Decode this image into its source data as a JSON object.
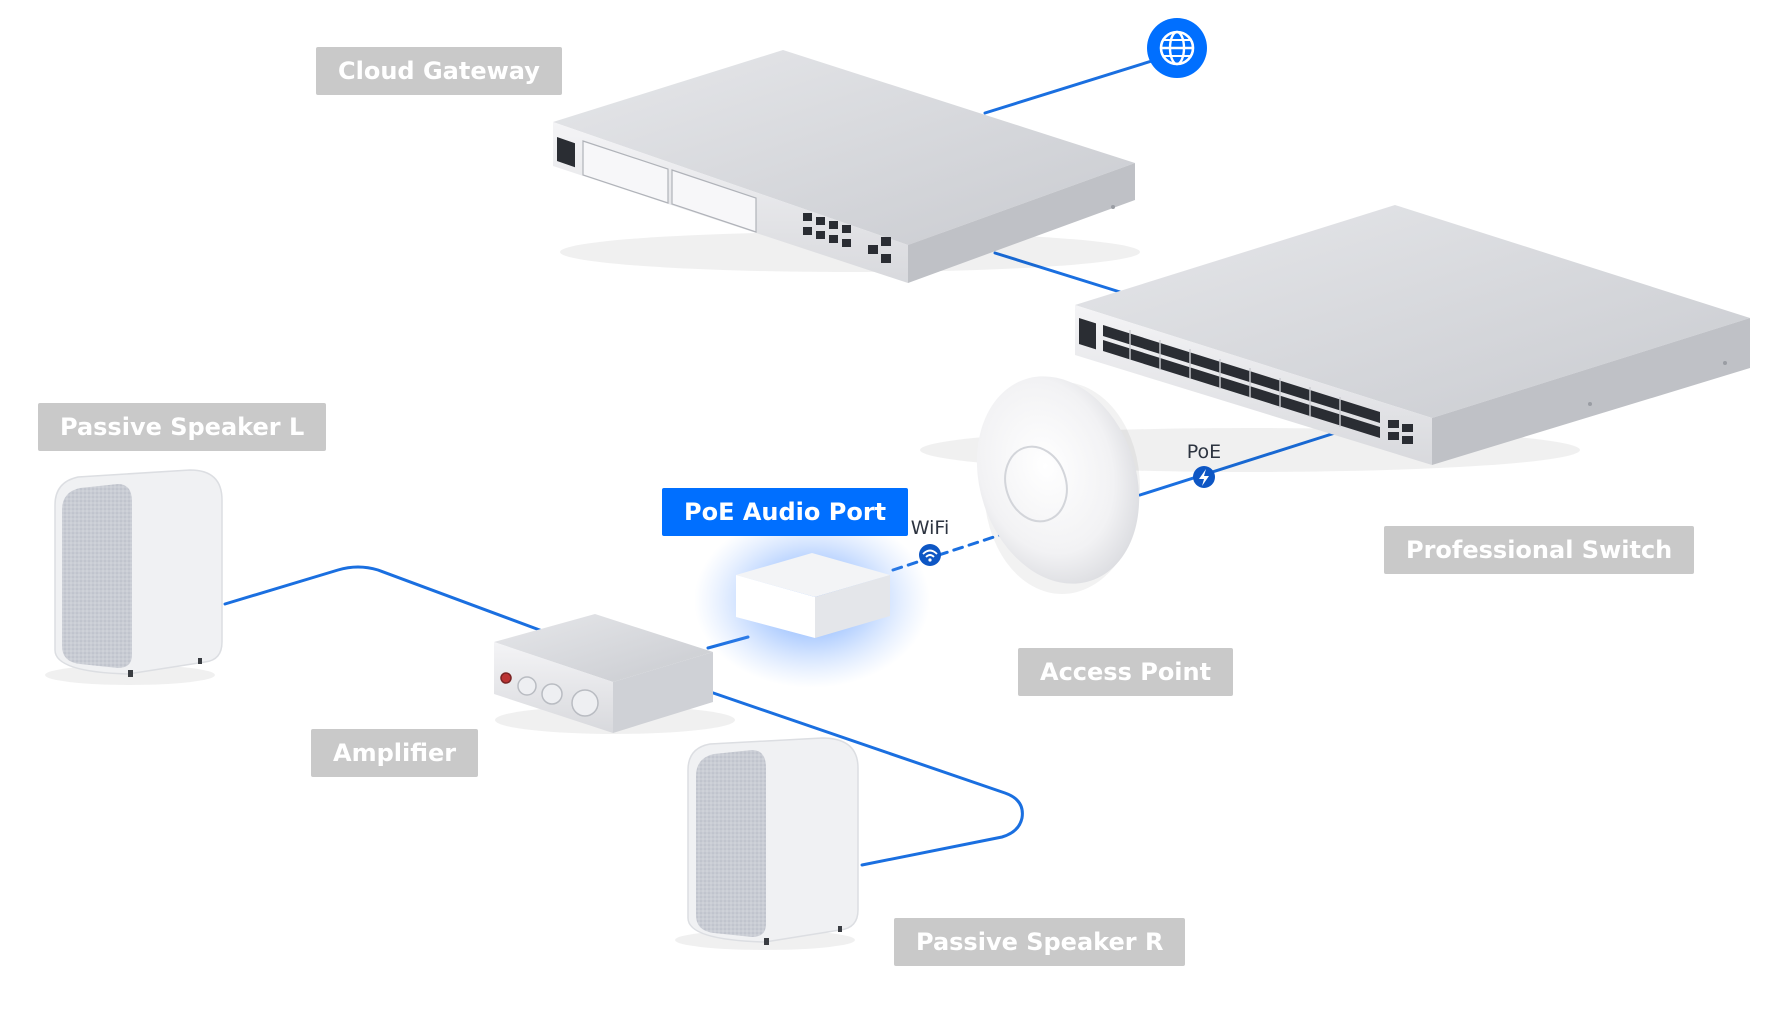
{
  "colors": {
    "link": "#1a6fe0",
    "accent": "#006fff",
    "label_bg": "#c9c9c9",
    "label_text": "#ffffff"
  },
  "labels": {
    "cloud_gateway": "Cloud Gateway",
    "professional_switch": "Professional Switch",
    "access_point": "Access Point",
    "poe_audio_port": "PoE Audio Port",
    "amplifier": "Amplifier",
    "speaker_l": "Passive Speaker L",
    "speaker_r": "Passive Speaker R"
  },
  "links": {
    "wifi": "WiFi",
    "poe": "PoE"
  },
  "icons": {
    "internet": "globe-icon",
    "wifi": "wifi-icon",
    "poe": "lightning-bolt-icon"
  }
}
